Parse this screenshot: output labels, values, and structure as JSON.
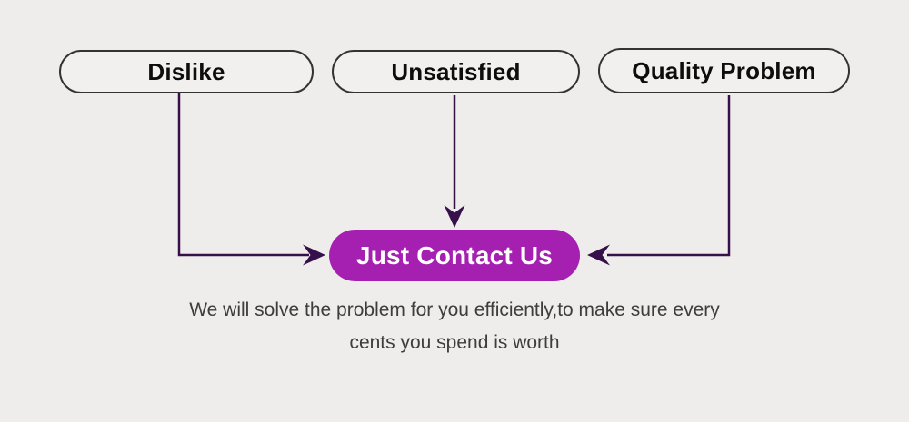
{
  "diagram": {
    "nodes": [
      {
        "label": "Dislike"
      },
      {
        "label": "Unsatisfied"
      },
      {
        "label": "Quality Problem"
      }
    ],
    "cta": {
      "label": "Just Contact Us"
    },
    "caption": {
      "line1": "We will solve the problem for you efficiently,to make sure every",
      "line2": "cents you spend is worth"
    }
  },
  "colors": {
    "background": "#eeedec",
    "node_fill": "#f1f0ef",
    "node_border": "#333333",
    "node_text": "#0d0d0d",
    "cta_fill": "#a51fb0",
    "cta_text": "#ffffff",
    "arrow": "#35104a",
    "caption_text": "#3d3d3d"
  }
}
